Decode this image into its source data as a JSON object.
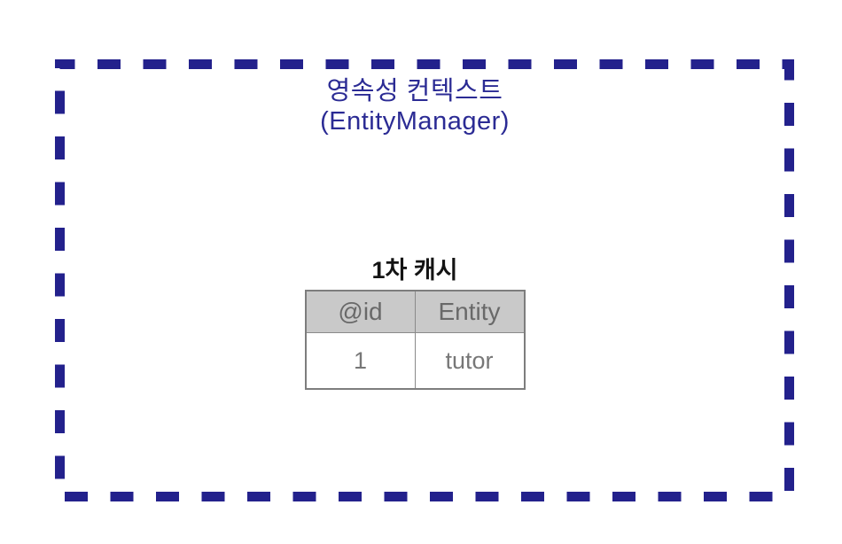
{
  "colors": {
    "border_navy": "#23218c",
    "title_navy": "#2b2b94",
    "table_header_bg": "#c9c9c9",
    "table_border": "#808080",
    "table_header_text": "#696969",
    "table_body_text": "#777777",
    "label_text": "#141414"
  },
  "persistence_context": {
    "title_line1": "영속성 컨텍스트",
    "title_line2": "(EntityManager)"
  },
  "first_level_cache": {
    "label": "1차 캐시",
    "table": {
      "headers": [
        "@id",
        "Entity"
      ],
      "rows": [
        [
          "1",
          "tutor"
        ]
      ]
    }
  }
}
